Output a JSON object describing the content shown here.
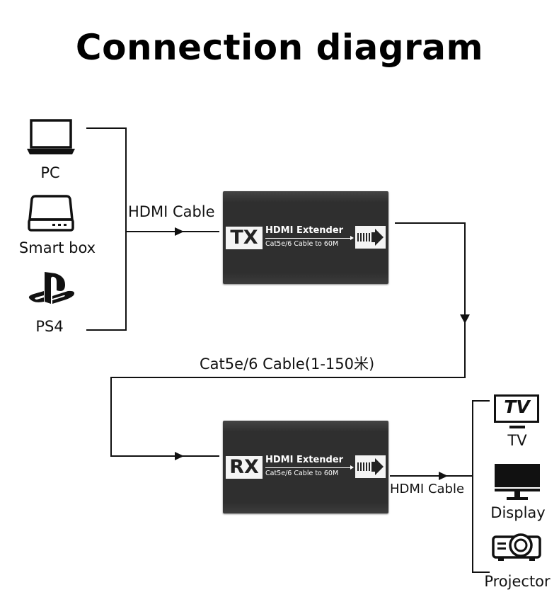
{
  "title": "Connection diagram",
  "sources": [
    {
      "label": "PC",
      "icon": "laptop-icon"
    },
    {
      "label": "Smart box",
      "icon": "smart-box-icon"
    },
    {
      "label": "PS4",
      "icon": "playstation-icon"
    }
  ],
  "transmitter": {
    "tag": "TX",
    "product": "HDMI Extender",
    "spec": "Cat5e/6 Cable  to 60M"
  },
  "receiver": {
    "tag": "RX",
    "product": "HDMI Extender",
    "spec": "Cat5e/6 Cable  to 60M"
  },
  "cables": {
    "input": "HDMI Cable",
    "link": "Cat5e/6 Cable(1-150米)",
    "output": "HDMI Cable"
  },
  "outputs": [
    {
      "label": "TV",
      "icon": "tv-icon",
      "icon_text": "TV"
    },
    {
      "label": "Display",
      "icon": "monitor-icon"
    },
    {
      "label": "Projector",
      "icon": "projector-icon"
    }
  ],
  "colors": {
    "line": "#111111",
    "device": "#2f2f2f",
    "tag_bg": "#f4f4f4"
  }
}
